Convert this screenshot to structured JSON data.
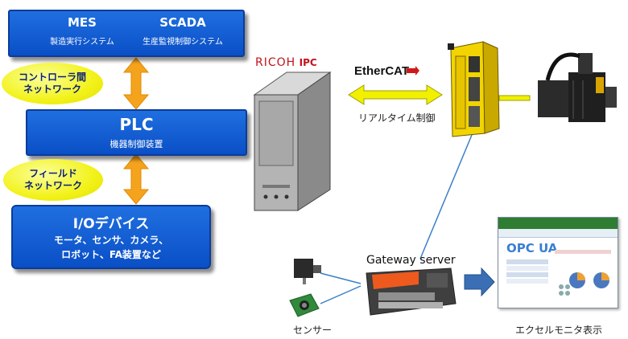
{
  "mes": {
    "title": "MES",
    "sub": "製造実行システム"
  },
  "scada": {
    "title": "SCADA",
    "sub": "生産監視制御システム"
  },
  "controller_network": {
    "line1": "コントローラ間",
    "line2": "ネットワーク"
  },
  "plc": {
    "title": "PLC",
    "sub": "機器制御装置"
  },
  "field_network": {
    "line1": "フィールド",
    "line2": "ネットワーク"
  },
  "io": {
    "title": "I/Oデバイス",
    "line1": "モータ、センサ、カメラ、",
    "line2": "ロボット、FA装置など"
  },
  "ipc": {
    "brand": "RICOH",
    "model": "IPC"
  },
  "ethercat": {
    "label": "EtherCAT"
  },
  "realtime": {
    "label": "リアルタイム制御"
  },
  "gateway": {
    "label": "Gateway server"
  },
  "sensor": {
    "label": "センサー"
  },
  "excel": {
    "label": "エクセルモニタ表示",
    "title": "OPC UA"
  },
  "colors": {
    "blue_box": "#1060d8",
    "oval": "#f2f21a",
    "arrow_orange": "#f5a623",
    "link_line": "#3b7fc4"
  }
}
